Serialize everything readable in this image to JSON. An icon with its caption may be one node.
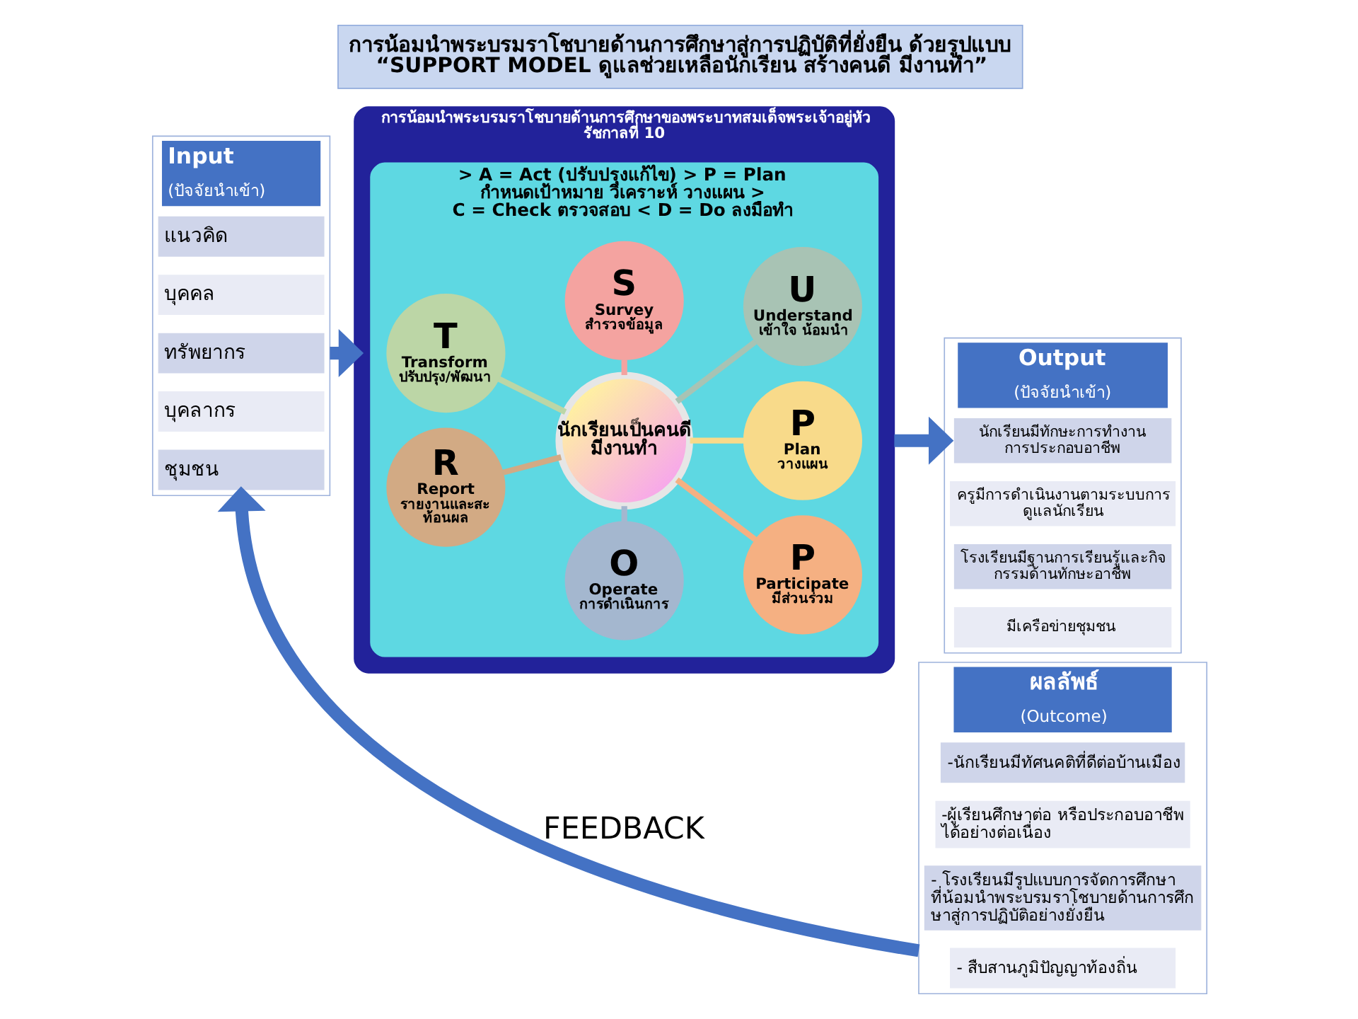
{
  "diagram": {
    "title": "การน้อมนำพระบรมราโชบายด้านการศึกษาสู่การปฏิบัติที่ยั่งยืน ด้วยรูปแบบ “SUPPORT MODEL ดูแลช่วยเหลือนักเรียน สร้างคนดี มีงานทำ”",
    "nodes": [
      {
        "text": [
          "Input",
          "(ปัจจัยนำเข้า)"
        ]
      },
      {
        "text": [
          "แนวคิด"
        ],
        "in": 0
      },
      {
        "text": [
          "บุคคล"
        ],
        "in": 0
      },
      {
        "text": [
          "ทรัพยากร"
        ],
        "in": 0
      },
      {
        "text": [
          "บุคลากร"
        ],
        "in": 0
      },
      {
        "text": [
          "ชุมชน"
        ],
        "in": 0
      },
      {
        "text": [
          "การน้อมนำพระบรมราโชบายด้านการศึกษาของพระบาทสมเด็จพระเจ้าอยู่หัว รัชกาลที่ 10"
        ]
      },
      {
        "text": [
          "> A = Act (ปรับปรุงแก้ไข) > P = Plan กำหนดเป้าหมาย วิเคราะห์ วางแผน >",
          "C = Check ตรวจสอบ < D = Do ลงมือทำ"
        ],
        "in": 6
      },
      {
        "text": [
          "นักเรียนเป็นคนดี มีงานทำ"
        ],
        "in": 7
      },
      {
        "text": [
          "S",
          "Survey",
          "สำรวจข้อมูล"
        ],
        "in": 7
      },
      {
        "text": [
          "U",
          "Understand",
          "เข้าใจ น้อมนำ"
        ],
        "in": 7
      },
      {
        "text": [
          "T",
          "Transform",
          "ปรับปรุง/พัฒนา"
        ],
        "in": 7
      },
      {
        "text": [
          "P",
          "Plan",
          "วางแผน"
        ],
        "in": 7
      },
      {
        "text": [
          "R",
          "Report",
          "รายงานและสะท้อนผล"
        ],
        "in": 7
      },
      {
        "text": [
          "P",
          "Participate",
          "มีส่วนร่วม"
        ],
        "in": 7
      },
      {
        "text": [
          "O",
          "Operate",
          "การดำเนินการ"
        ],
        "in": 7
      },
      {
        "text": [
          "Output",
          "(ปัจจัยนำเข้า)"
        ]
      },
      {
        "text": [
          "นักเรียนมีทักษะการทำงาน การประกอบอาชีพ"
        ],
        "in": 16
      },
      {
        "text": [
          "ครูมีการดำเนินงานตามระบบการดูแลนักเรียน"
        ],
        "in": 16
      },
      {
        "text": [
          "โรงเรียนมีฐานการเรียนรู้และกิจกรรมด้านทักษะอาชีพ"
        ],
        "in": 16
      },
      {
        "text": [
          "มีเครือข่ายชุมชน"
        ],
        "in": 16
      },
      {
        "text": [
          "ผลลัพธ์",
          "(Outcome)"
        ]
      },
      {
        "text": [
          "-นักเรียนมีทัศนคติที่ดีต่อบ้านเมือง"
        ],
        "in": 21
      },
      {
        "text": [
          "-ผู้เรียนศึกษาต่อ หรือประกอบอาชีพได้อย่างต่อเนื่อง"
        ],
        "in": 21
      },
      {
        "text": [
          "- โรงเรียนมีรูปแบบการจัดการศึกษาที่น้อมนำพระบรมราโชบายด้านการศึกษาสู่การปฏิบัติอย่างยั่งยืน"
        ],
        "in": 21
      },
      {
        "text": [
          "- สืบสานภูมิปัญญาท้องถิ่น"
        ],
        "in": 21
      }
    ],
    "edges": [
      {
        "from": 0,
        "to": 6,
        "arrow": "to",
        "style": "thick"
      },
      {
        "from": 6,
        "to": 16,
        "arrow": "to",
        "style": "thick"
      },
      {
        "from": 21,
        "to": 0,
        "arrow": "to",
        "label": "FEEDBACK",
        "style": "thick"
      },
      {
        "from": 8,
        "to": 9,
        "arrow": "none",
        "color": "#f4a3a0"
      },
      {
        "from": 8,
        "to": 10,
        "arrow": "none",
        "color": "#a8c3b4"
      },
      {
        "from": 11,
        "to": 8,
        "arrow": "none",
        "color": "#bcd6a6"
      },
      {
        "from": 8,
        "to": 12,
        "arrow": "none",
        "color": "#f8da8a"
      },
      {
        "from": 13,
        "to": 8,
        "arrow": "none",
        "color": "#d2aa84"
      },
      {
        "from": 8,
        "to": 14,
        "arrow": "none",
        "color": "#f5b082"
      },
      {
        "from": 15,
        "to": 8,
        "arrow": "none",
        "color": "#a4b7cf"
      }
    ]
  }
}
